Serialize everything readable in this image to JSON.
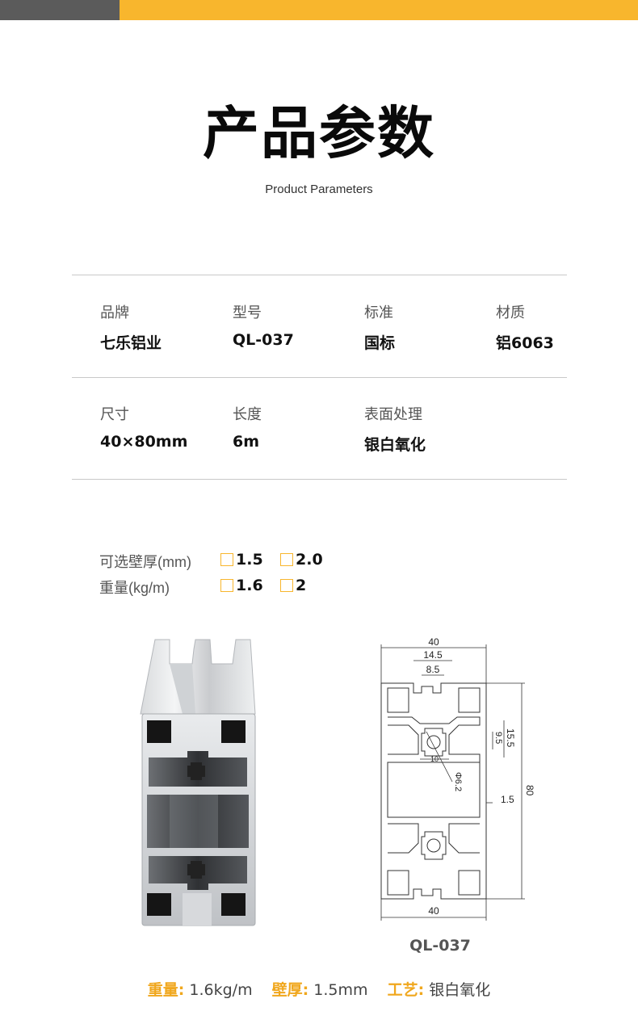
{
  "header": {
    "title": "产品参数",
    "subtitle": "Product Parameters",
    "colors": {
      "bar_dark": "#5b5b5b",
      "bar_gold": "#f8b62d"
    }
  },
  "specs": {
    "row1": [
      {
        "label": "品牌",
        "value": "七乐铝业"
      },
      {
        "label": "型号",
        "value": "QL-037"
      },
      {
        "label": "标准",
        "value": "国标"
      },
      {
        "label": "材质",
        "value": "铝6063"
      }
    ],
    "row2": [
      {
        "label": "尺寸",
        "value": "40×80mm"
      },
      {
        "label": "长度",
        "value": "6m"
      },
      {
        "label": "表面处理",
        "value": "银白氧化"
      }
    ]
  },
  "options": {
    "thickness": {
      "label": "可选壁厚(mm)",
      "choices": [
        "1.5",
        "2.0"
      ]
    },
    "weight": {
      "label": "重量(kg/m)",
      "choices": [
        "1.6",
        "2"
      ]
    }
  },
  "drawing": {
    "dims": {
      "top_width": "40",
      "slot_outer": "14.5",
      "slot_inner": "8.5",
      "bottom_width": "40",
      "height": "80",
      "rib_outer": "15.5",
      "rib_inner": "9.5",
      "core": "10",
      "hole": "Φ6.2",
      "wall": "1.5"
    },
    "model": "QL-037"
  },
  "footer": {
    "weight_key": "重量:",
    "weight_val": "1.6kg/m",
    "thick_key": "壁厚:",
    "thick_val": "1.5mm",
    "process_key": "工艺:",
    "process_val": "银白氧化",
    "accent": "#f0a71d"
  }
}
